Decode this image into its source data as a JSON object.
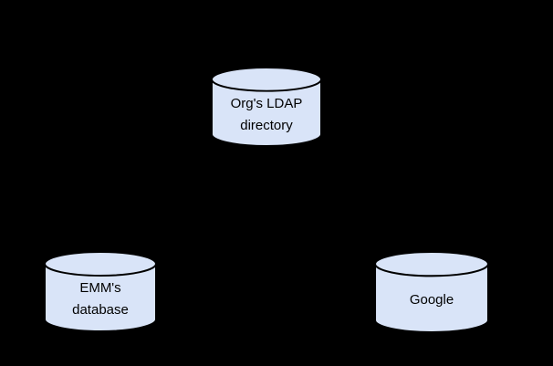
{
  "diagram": {
    "background_color": "#000000",
    "node_fill_color": "#d9e4f8",
    "node_stroke_color": "#000000",
    "text_color": "#000000"
  },
  "nodes": [
    {
      "name": "orgs-ldap-directory",
      "shape": "database-cylinder",
      "lines": [
        "Org's LDAP",
        "directory"
      ]
    },
    {
      "name": "emms-database",
      "shape": "database-cylinder",
      "lines": [
        "EMM's",
        "database"
      ]
    },
    {
      "name": "google",
      "shape": "database-cylinder",
      "lines": [
        "Google"
      ]
    }
  ]
}
